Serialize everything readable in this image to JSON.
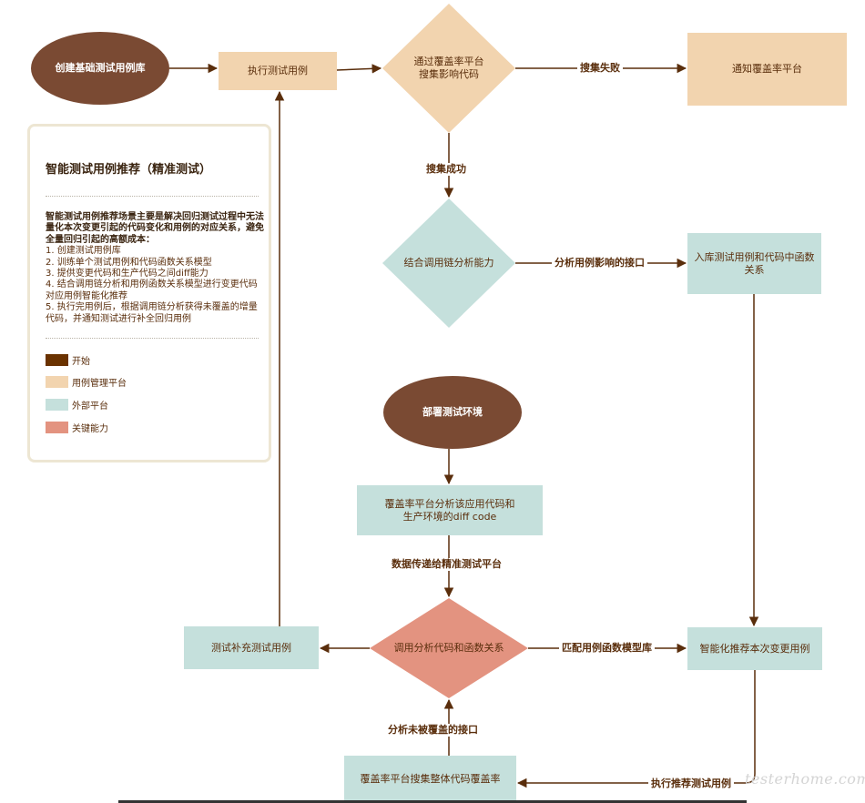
{
  "colors": {
    "start": "#7a4a33",
    "platform": "#f2d4af",
    "external": "#c5e0dc",
    "key": "#e39380",
    "edge": "#5a2e0c",
    "legend_start_swatch": "#6a3200"
  },
  "nodes": {
    "create_case_library": "创建基础测试用例库",
    "execute_test_cases": "执行测试用例",
    "collect_impact_code": "通过覆盖率平台\n搜集影响代码",
    "notify_coverage_platform": "通知覆盖率平台",
    "call_chain_analysis": "结合调用链分析能力",
    "store_case_function_relation": "入库测试用例和代码中函数\n关系",
    "deploy_test_env": "部署测试环境",
    "coverage_diff_analysis": "覆盖率平台分析该应用代码和\n生产环境的diff code",
    "analyze_code_function": "调用分析代码和函数关系",
    "supplement_test_cases": "测试补充测试用例",
    "smart_recommend_cases": "智能化推荐本次变更用例",
    "collect_overall_coverage": "覆盖率平台搜集整体代码覆盖率"
  },
  "edges": {
    "collect_failed": "搜集失败",
    "collect_success": "搜集成功",
    "analyze_affected_interfaces": "分析用例影响的接口",
    "data_to_precise_platform": "数据传递给精准测试平台",
    "match_function_model_library": "匹配用例函数模型库",
    "execute_recommended_cases": "执行推荐测试用例",
    "analyze_uncovered_interfaces": "分析未被覆盖的接口"
  },
  "legend": {
    "title": "智能测试用例推荐（精准测试）",
    "description_lead": "智能测试用例推荐场景主要是解决回归测试过程中无法量化本次变更引起的代码变化和用例的对应关系，避免全量回归引起的高额成本：",
    "steps": [
      "1. 创建测试用例库",
      "2. 训练单个测试用例和代码函数关系模型",
      "3. 提供变更代码和生产代码之间diff能力",
      "4. 结合调用链分析和用例函数关系模型进行变更代码对应用例智能化推荐",
      "5. 执行完用例后，根据调用链分析获得未覆盖的增量代码，并通知测试进行补全回归用例"
    ],
    "items": [
      {
        "label": "开始",
        "color": "#6a3200"
      },
      {
        "label": "用例管理平台",
        "color": "#f2d4af"
      },
      {
        "label": "外部平台",
        "color": "#c5e0dc"
      },
      {
        "label": "关键能力",
        "color": "#e39380"
      }
    ]
  },
  "watermark": "testerhome.com"
}
